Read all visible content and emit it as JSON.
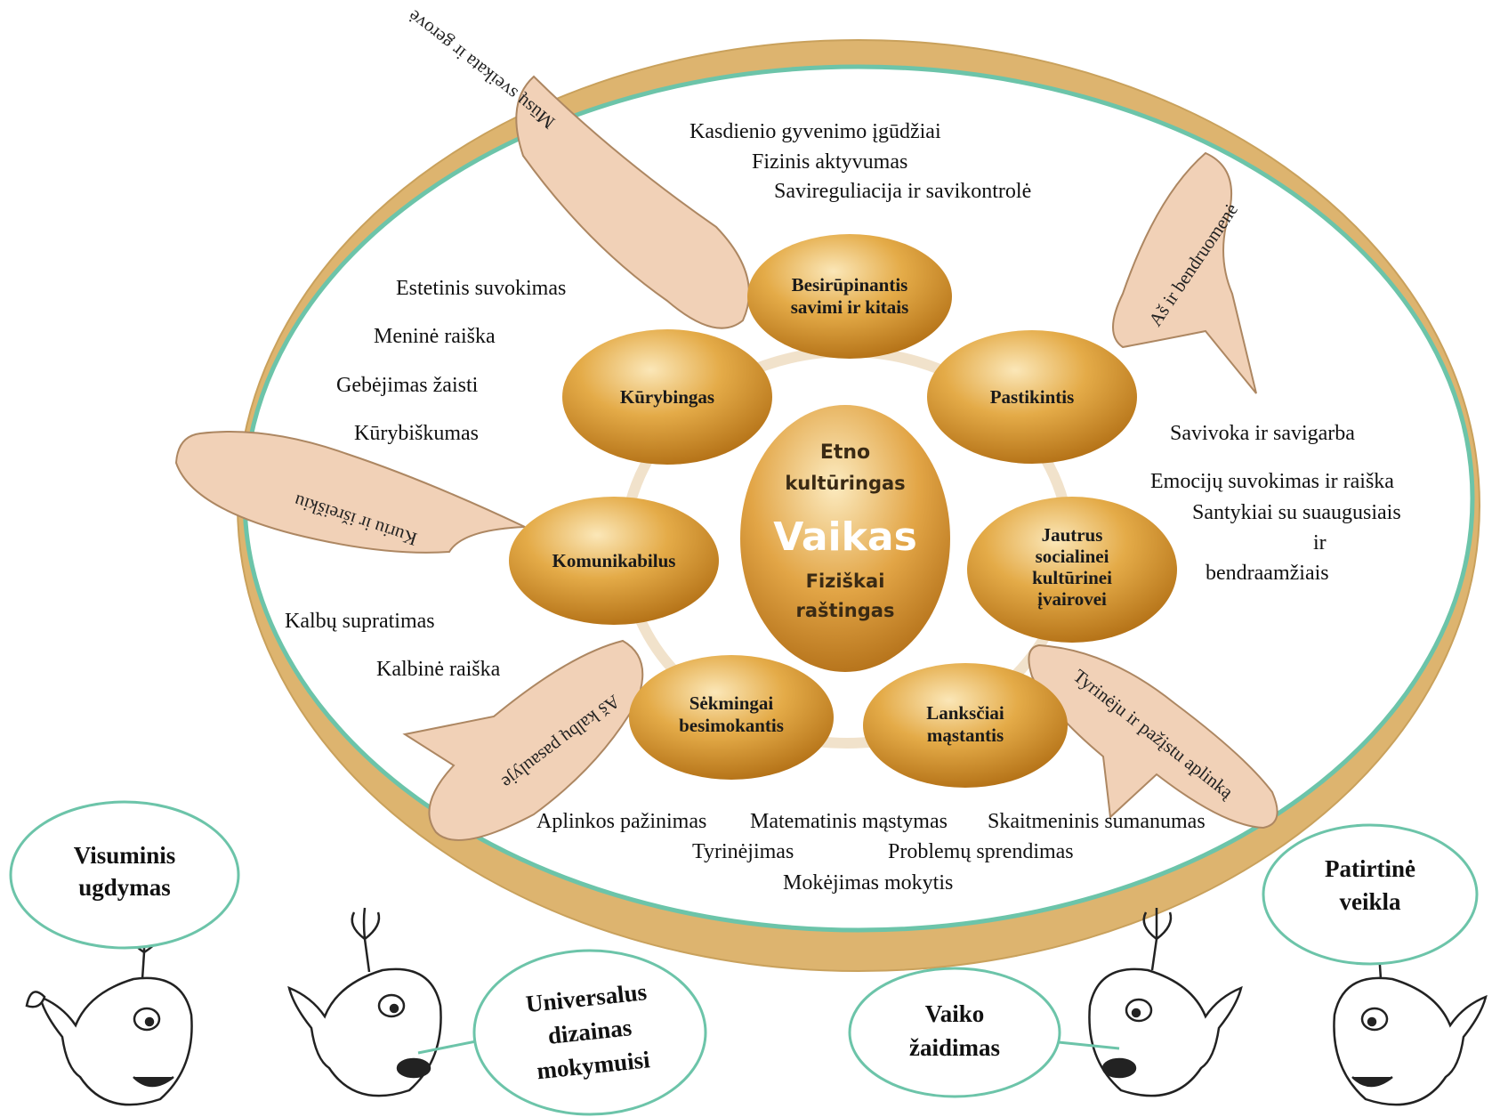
{
  "center": {
    "line1": "Etno",
    "line2": "kultūringas",
    "line3": "Vaikas",
    "line4": "Fiziškai",
    "line5": "raštingas"
  },
  "nodes": {
    "top": [
      "Besirūpinantis",
      "savimi ir kitais"
    ],
    "upper_right": [
      "Pastikintis"
    ],
    "right": [
      "Jautrus",
      "socialinei",
      "kultūrinei",
      "įvairovei"
    ],
    "lower_right": [
      "Lanksčiai",
      "mąstantis"
    ],
    "lower_left": [
      "Sėkmingai",
      "besimokantis"
    ],
    "left": [
      "Komunikabilus"
    ],
    "upper_left": [
      "Kūrybingas"
    ]
  },
  "bubbles": {
    "top_left": "Mūsų sveikata ir gerovė",
    "top_right": "Aš ir bendruomenė",
    "left": "Kuriu ir išreiškiu",
    "bottom_left": "Aš kalbų pasaulyje",
    "bottom_right": "Tyrinėju ir pažįstu aplinką"
  },
  "competences": {
    "health": [
      "Kasdienio gyvenimo įgūdžiai",
      "Fizinis aktyvumas",
      "Savireguliacija ir savikontrolė"
    ],
    "art": [
      "Estetinis suvokimas",
      "Meninė raiška",
      "Gebėjimas žaisti",
      "Kūrybiškumas"
    ],
    "social": [
      "Savivoka ir savigarba",
      "Emocijų suvokimas ir raiška",
      "Santykiai su suaugusiais",
      "ir",
      "bendraamžiais"
    ],
    "language": [
      "Kalbų supratimas",
      "Kalbinė raiška"
    ],
    "environment_row1": [
      "Aplinkos pažinimas",
      "Matematinis mąstymas",
      "Skaitmeninis sumanumas"
    ],
    "environment_row2": [
      "Tyrinėjimas",
      "Problemų sprendimas"
    ],
    "environment_row3": [
      "Mokėjimas mokytis"
    ]
  },
  "whale_labels": {
    "visuminis": [
      "Visuminis",
      "ugdymas"
    ],
    "universalus": [
      "Universalus",
      "dizainas",
      "mokymuisi"
    ],
    "vaiko": [
      "Vaiko",
      "žaidimas"
    ],
    "patirtine": [
      "Patirtinė",
      "veikla"
    ]
  },
  "colors": {
    "ring_gold": "#DDB46F",
    "ring_teal": "#6CC4A9",
    "node_gold": "#D6952E",
    "bubble_fill": "#F1D1B7",
    "bubble_stroke": "#AD8762"
  },
  "icons": [
    "whale-icon",
    "whale-icon",
    "whale-icon",
    "whale-icon"
  ]
}
